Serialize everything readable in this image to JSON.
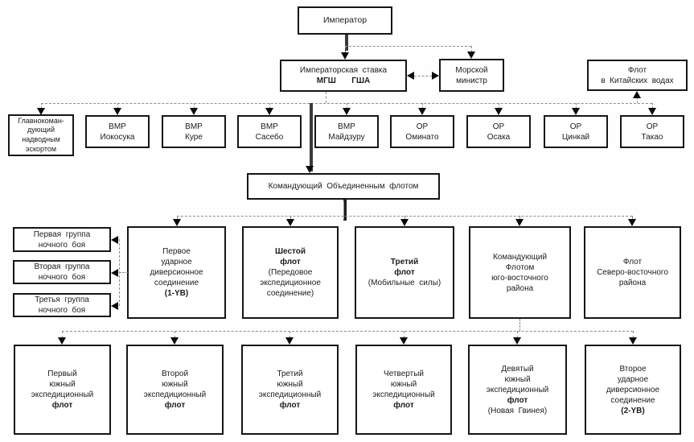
{
  "palette": {
    "background": "#fefefe",
    "box_border": "#161616",
    "connector_line": "#8f8f8f",
    "arrowhead": "#0b0b0b",
    "text": "#1c1c1c"
  },
  "nodes": {
    "emperor": {
      "label": "Император"
    },
    "hq": {
      "line1": "Императорская  ставка",
      "line2": "МГШ       ГША"
    },
    "navy_minister": {
      "label": "Морской\nминистр"
    },
    "china_fleet": {
      "label": "Флот\nв  Китайских  водах"
    },
    "surface_escort": {
      "label": "Главнокоман-\nдующий\nнадводным\nэскортом"
    },
    "vmr_yokosuka": {
      "label": "ВМР\nИокосука"
    },
    "vmr_kure": {
      "label": "ВМР\nКуре"
    },
    "vmr_sasebo": {
      "label": "ВМР\nСасебо"
    },
    "vmr_maizuru": {
      "label": "ВМР\nМайдзуру"
    },
    "or_ominato": {
      "label": "ОР\nОминато"
    },
    "or_osaka": {
      "label": "ОР\nОсака"
    },
    "or_chinkai": {
      "label": "ОР\nЦинкай"
    },
    "or_takao": {
      "label": "ОР\nТакао"
    },
    "combined_fleet": {
      "label": "Командующий  Объединенным  флотом"
    },
    "night_group_1": {
      "label": "Первая  группа\nночного  боя"
    },
    "night_group_2": {
      "label": "Вторая  группа\nночного  боя"
    },
    "night_group_3": {
      "label": "Третья  группа\nночного  боя"
    },
    "strike_1yb": {
      "top": "Первое\nударное\nдиверсионное\nсоединение",
      "bold": "(1-YB)"
    },
    "sixth_fleet": {
      "bold": "Шестой\nфлот",
      "rest": "(Передовое\nэкспедиционное\nсоединение)"
    },
    "third_fleet": {
      "bold": "Третий\nфлот",
      "rest": "(Мобильные  силы)"
    },
    "southeast_area_fleet": {
      "label": "Командующий\nФлотом\nюго-восточного\nрайона"
    },
    "northeast_area_fleet": {
      "label": "Флот\nСеверо-восточного\nрайона"
    },
    "exp_fleet_1": {
      "top": "Первый\nюжный\nэкспедиционный",
      "bold": "флот"
    },
    "exp_fleet_2": {
      "top": "Второй\nюжный\nэкспедиционный",
      "bold": "флот"
    },
    "exp_fleet_3": {
      "top": "Третий\nюжный\nэкспедиционный",
      "bold": "флот"
    },
    "exp_fleet_4": {
      "top": "Четвертый\nюжный\nэкспедиционный",
      "bold": "флот"
    },
    "exp_fleet_9": {
      "top": "Девятый\nюжный\nэкспедиционный",
      "bold": "флот",
      "rest": "(Новая  Гвинея)"
    },
    "strike_2yb": {
      "top": "Второе\nударное\nдиверсионное\nсоединение",
      "bold": "(2-YB)"
    }
  }
}
